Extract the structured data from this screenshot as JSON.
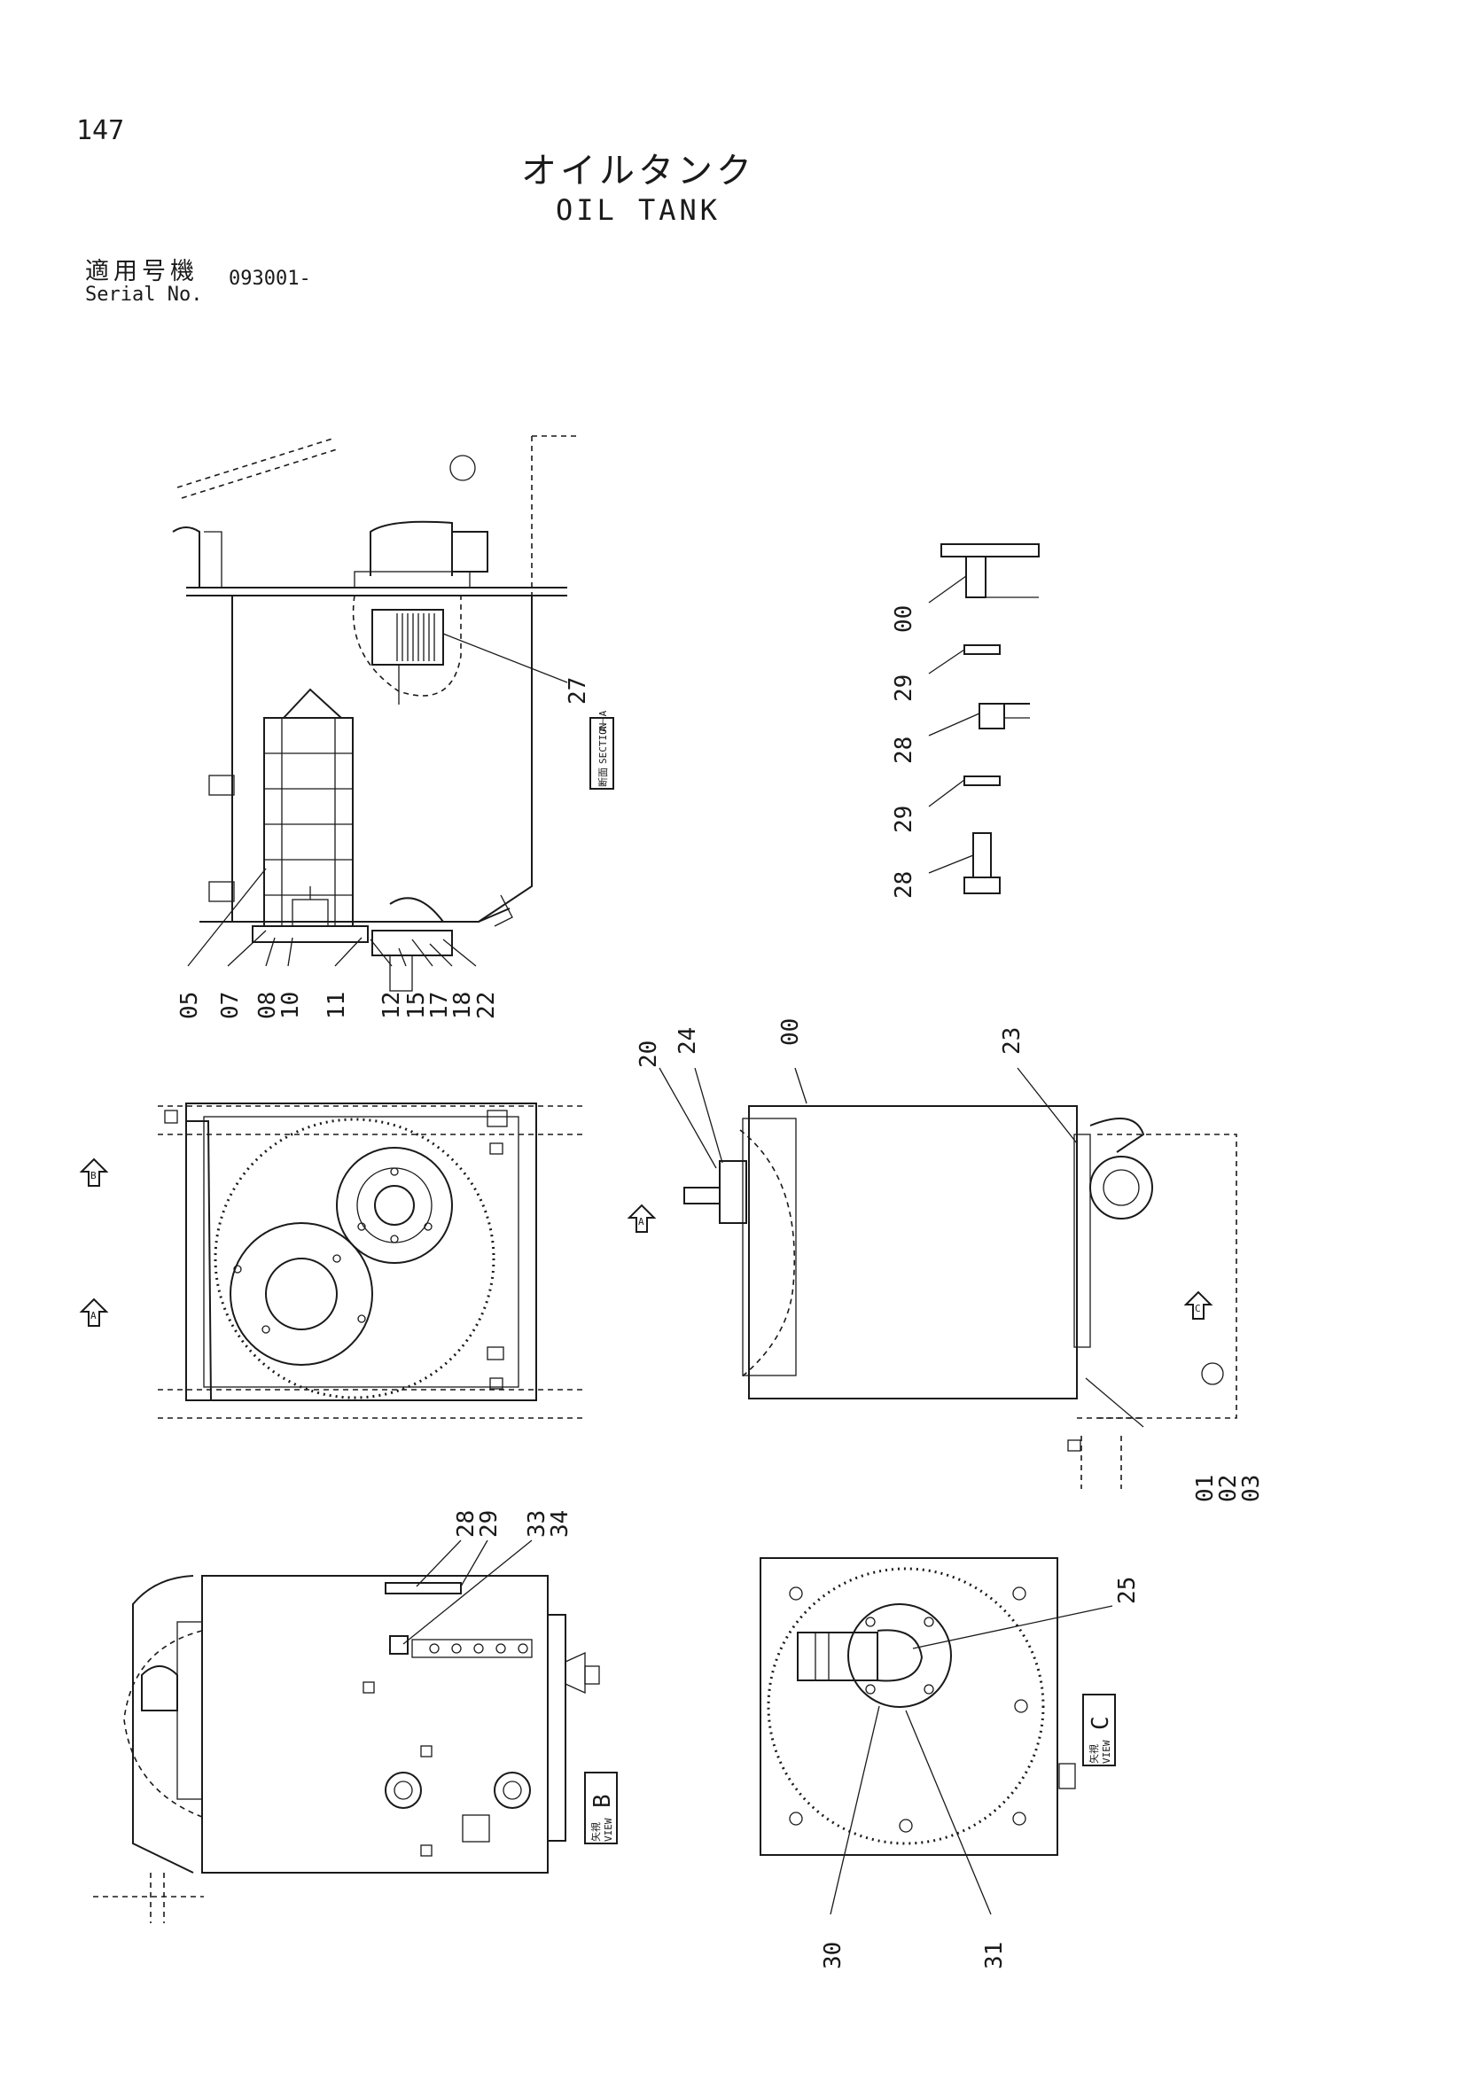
{
  "page": {
    "number": "147"
  },
  "title": {
    "jp": "オイルタンク",
    "en": "OIL TANK"
  },
  "serial": {
    "jp_label": "適用号機",
    "en_label": "Serial No.",
    "value": "093001-"
  },
  "views": {
    "section_jp": "断面",
    "section_en": "SECTION",
    "section_id": "A－A",
    "view_b_jp": "矢視",
    "view_b_en": "VIEW",
    "view_b_id": "B",
    "view_c_jp": "矢視",
    "view_c_en": "VIEW",
    "view_c_id": "C",
    "arrow_a": "A",
    "arrow_b": "B",
    "arrow_c": "C"
  },
  "callouts": {
    "section_view": [
      "05",
      "07",
      "08",
      "10",
      "11",
      "12",
      "15",
      "17",
      "18",
      "22",
      "27"
    ],
    "detail_column": [
      "00",
      "29",
      "28",
      "29",
      "28"
    ],
    "side_view": [
      "00",
      "20",
      "24",
      "23",
      "01",
      "02",
      "03"
    ],
    "view_b": [
      "28",
      "29",
      "33",
      "34"
    ],
    "view_c": [
      "25",
      "30",
      "31"
    ]
  }
}
